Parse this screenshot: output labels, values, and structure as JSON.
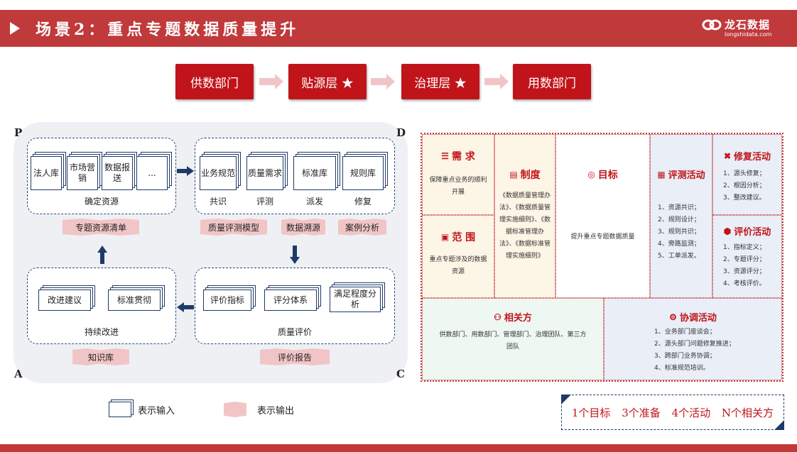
{
  "header": {
    "title": "场景2：重点专题数据质量提升",
    "logo_text": "龙石数据",
    "logo_url": "longshidata.com"
  },
  "flow": [
    "供数部门",
    "贴源层 ★",
    "治理层 ★",
    "用数部门"
  ],
  "cycle": {
    "corners": {
      "p": "P",
      "d": "D",
      "a": "A",
      "c": "C"
    },
    "tl": {
      "docs": [
        "法人库",
        "市场营销",
        "数据报送",
        "..."
      ],
      "label": "确定资源",
      "ribbons": [
        "专题资源清单"
      ]
    },
    "tr": {
      "docs": [
        "业务规范",
        "质量需求",
        "标准库",
        "规则库"
      ],
      "sublabels": [
        "共识",
        "评测",
        "派发",
        "修复"
      ],
      "ribbons": [
        "质量评测模型",
        "数据溯源",
        "案例分析"
      ]
    },
    "bl": {
      "docs": [
        "改进建议",
        "标准贯彻"
      ],
      "label": "持续改进",
      "ribbons": [
        "知识库"
      ]
    },
    "br": {
      "docs": [
        "评价指标",
        "评分体系",
        "满足程度分析"
      ],
      "label": "质量评价",
      "ribbons": [
        "评价报告"
      ]
    }
  },
  "grid": {
    "demand": {
      "title": "需 求",
      "icon": "list-icon",
      "body": "保障重点业务的顺利开展"
    },
    "scope": {
      "title": "范 围",
      "icon": "cube-icon",
      "body": "重点专题涉及的数据资源"
    },
    "system": {
      "title": "制度",
      "icon": "book-icon",
      "body": "《数据质量管理办法》、《数据质量管理实施细则》、《数据标准管理办法》、《数据标准管理实施细则》"
    },
    "goal": {
      "title": "目标",
      "icon": "target-icon",
      "body": "提升重点专题数据质量"
    },
    "eval_act": {
      "title": "评测活动",
      "icon": "doc-icon",
      "items": [
        "1、资源共识；",
        "2、规则设计；",
        "3、规则共识；",
        "4、旁路监测；",
        "5、工单派发。"
      ]
    },
    "repair_act": {
      "title": "修复活动",
      "icon": "tools-icon",
      "items": [
        "1、源头修复；",
        "2、根因分析；",
        "3、整改建议。"
      ]
    },
    "rate_act": {
      "title": "评价活动",
      "icon": "shield-icon",
      "items": [
        "1、指标定义；",
        "2、专题评分；",
        "3、资源评分；",
        "4、考核评价。"
      ]
    },
    "parties": {
      "title": "相关方",
      "icon": "people-icon",
      "body": "供数部门、用数部门、管理部门、治理团队、第三方团队"
    },
    "coord_act": {
      "title": "协调活动",
      "icon": "gear-icon",
      "items": [
        "1、业务部门座谈会；",
        "2、源头部门问题修复推进；",
        "3、跨部门业务协调；",
        "4、标准规范培训。"
      ]
    }
  },
  "legend": {
    "input": "表示输入",
    "output": "表示输出"
  },
  "summary": [
    "1个目标",
    "3个准备",
    "4个活动",
    "N个相关方"
  ],
  "colors": {
    "brand_red": "#c0393b",
    "box_red": "#c1141a",
    "navy": "#1f3a66",
    "pink": "#f1c5c6"
  }
}
